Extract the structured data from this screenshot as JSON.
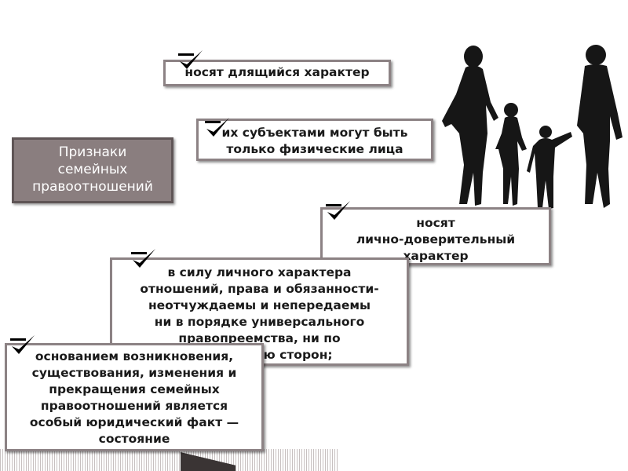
{
  "title": "Признаки\nсемейных\nправоотношений",
  "items": [
    "носят длящийся характер",
    "их субъектами могут быть\nтолько физические лица",
    "носят\nлично-доверительный\nхарактер",
    "в силу личного характера\nотношений, права и обязанности-\nнеотчуждаемы и непередаемы\nни в порядке универсального\nправопреемства, ни по\nсоглашению сторон;",
    "основанием возникновения,\nсуществования, изменения и\nпрекращения семейных\nправоотношений является\nособый юридический факт —\nсостояние"
  ],
  "colors": {
    "title_bg": "#8a7e7f",
    "border": "#8c8284",
    "check": "#000000"
  },
  "icons": {
    "check": "checkmark-icon",
    "family": "family-silhouette-icon"
  }
}
